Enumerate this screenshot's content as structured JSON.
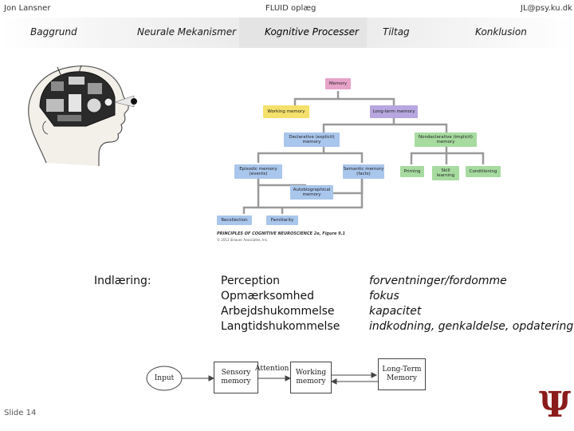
{
  "header": {
    "author": "Jon Lansner",
    "title": "FLUID oplæg",
    "email": "JL@psy.ku.dk"
  },
  "nav": {
    "tabs": [
      {
        "label": "Baggrund"
      },
      {
        "label": "Neurale Mekanismer"
      },
      {
        "label": "Kognitive Processer"
      },
      {
        "label": "Tiltag"
      },
      {
        "label": "Konklusion"
      }
    ],
    "active_index": 2
  },
  "memory_diagram": {
    "memory": "Memory",
    "working_memory": "Working memory",
    "long_term_memory": "Long-term memory",
    "declarative": "Declarative (explicit) memory",
    "nondeclarative": "Nondeclarative (implicit) memory",
    "episodic": "Episodic memory (events)",
    "semantic": "Semantic memory (facts)",
    "priming": "Priming",
    "skill_learning": "Skill learning",
    "conditioning": "Conditioning",
    "autobiographical": "Autobiographical memory",
    "recollection": "Recollection",
    "familiarity": "Familiarity",
    "caption": "PRINCIPLES OF COGNITIVE NEUROSCIENCE 2e, Figure 9.1",
    "copyright": "© 2013 Sinauer Associates, Inc."
  },
  "learning": {
    "label": "Indlæring:",
    "processes": [
      "Perception",
      "Opmærksomhed",
      "Arbejdshukommelse",
      "Langtidshukommelse"
    ],
    "notes": [
      "forventninger/fordomme",
      "fokus",
      "kapacitet",
      "indkodning, genkaldelse, opdatering"
    ]
  },
  "flow": {
    "input": "Input",
    "sensory": "Sensory memory",
    "attention": "Attention",
    "working": "Working memory",
    "long_term": "Long-Term Memory"
  },
  "footer": {
    "slide": "Slide 14",
    "logo": "Ψ"
  },
  "colors": {
    "nav_shade": "#dcdcdc",
    "memory_pink": "#e7a3c9",
    "working_yellow": "#f4e06a",
    "ltm_purple": "#b7a6e0",
    "declarative_blue": "#a9c6ec",
    "nondeclarative_green": "#a7dba0",
    "autobiographical_blue": "#a9c6ec",
    "recollection_blue": "#a9c6ec",
    "logo_red": "#8b1a1a"
  }
}
